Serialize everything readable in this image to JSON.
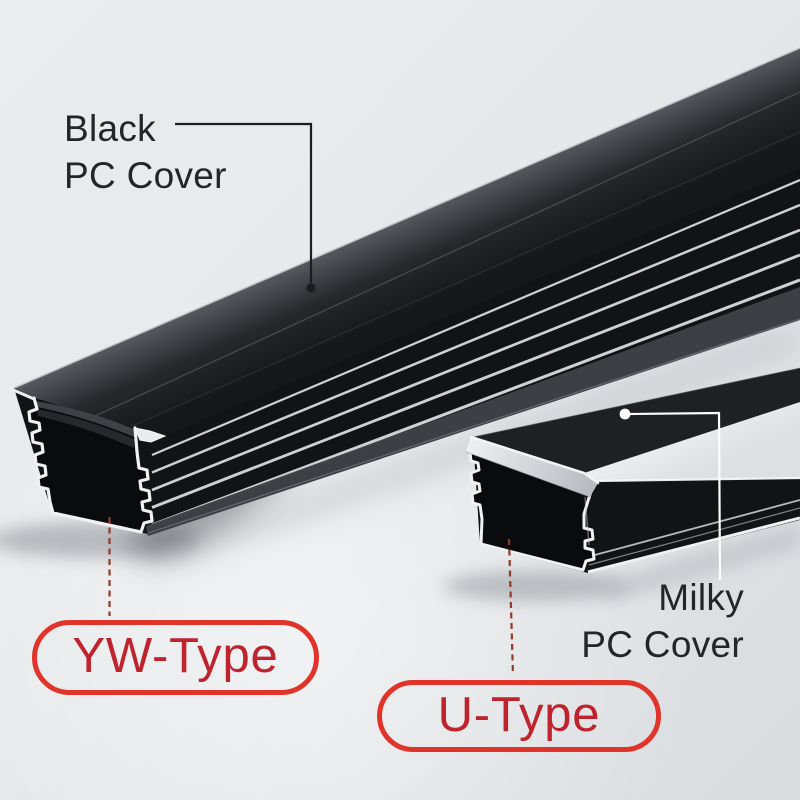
{
  "labels": {
    "black_cover_line1": "Black",
    "black_cover_line2": "PC Cover",
    "milky_cover_line1": "Milky",
    "milky_cover_line2": "PC Cover",
    "yw_type": "YW-Type",
    "u_type": "U-Type"
  },
  "colors": {
    "background": "#e8eaec",
    "callout_border_red": "#e0342b",
    "callout_text_red": "#bf232e",
    "annotation_text": "#232528",
    "leader_line_dark": "#1c1d1f",
    "leader_line_light": "#fdfdfd",
    "dashed_leader_red": "#95382a",
    "profile_black": "#121315",
    "aluminum_edge": "#eff1f3",
    "milky_cover": "#edeff1"
  }
}
